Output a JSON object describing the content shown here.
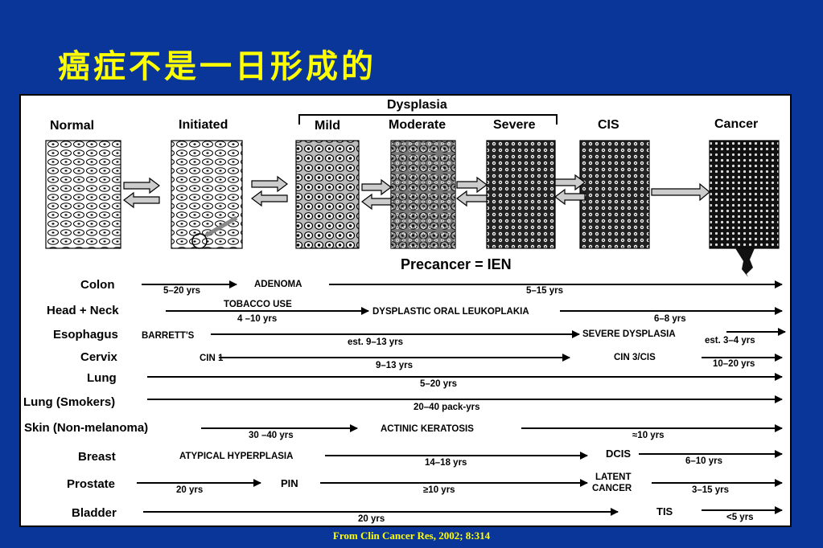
{
  "title": "癌症不是一日形成的",
  "stages": {
    "normal": "Normal",
    "initiated": "Initiated",
    "dysplasia": "Dysplasia",
    "mild": "Mild",
    "moderate": "Moderate",
    "severe": "Severe",
    "cis": "CIS",
    "cancer": "Cancer"
  },
  "precancer": "Precancer = IEN",
  "organs": {
    "colon": "Colon",
    "head_neck": "Head + Neck",
    "esophagus": "Esophagus",
    "cervix": "Cervix",
    "lung": "Lung",
    "lung_smokers": "Lung (Smokers)",
    "skin": "Skin (Non-melanoma)",
    "breast": "Breast",
    "prostate": "Prostate",
    "bladder": "Bladder"
  },
  "notes": {
    "colon_1": "5–20 yrs",
    "colon_2": "ADENOMA",
    "colon_3": "5–15 yrs",
    "hn_1": "TOBACCO USE",
    "hn_2": "4 –10 yrs",
    "hn_3": "DYSPLASTIC ORAL LEUKOPLAKIA",
    "hn_4": "6–8 yrs",
    "eso_1": "BARRETT'S",
    "eso_2": "est. 9–13 yrs",
    "eso_3": "SEVERE DYSPLASIA",
    "eso_4": "est. 3–4 yrs",
    "cer_1": "CIN 1",
    "cer_2": "9–13 yrs",
    "cer_3": "CIN 3/CIS",
    "cer_4": "10–20 yrs",
    "lung_1": "5–20 yrs",
    "lungs_1": "20–40 pack-yrs",
    "skin_1": "30 –40 yrs",
    "skin_2": "ACTINIC KERATOSIS",
    "skin_3": "≈10 yrs",
    "br_1": "ATYPICAL HYPERPLASIA",
    "br_2": "14–18 yrs",
    "br_3": "DCIS",
    "br_4": "6–10 yrs",
    "pr_1": "20 yrs",
    "pr_2": "PIN",
    "pr_3": "≥10 yrs",
    "pr_4a": "LATENT",
    "pr_4b": "CANCER",
    "pr_5": "3–15 yrs",
    "bl_1": "20 yrs",
    "bl_2": "TIS",
    "bl_3": "<5 yrs"
  },
  "citation": "From Clin Cancer Res, 2002; 8:314"
}
